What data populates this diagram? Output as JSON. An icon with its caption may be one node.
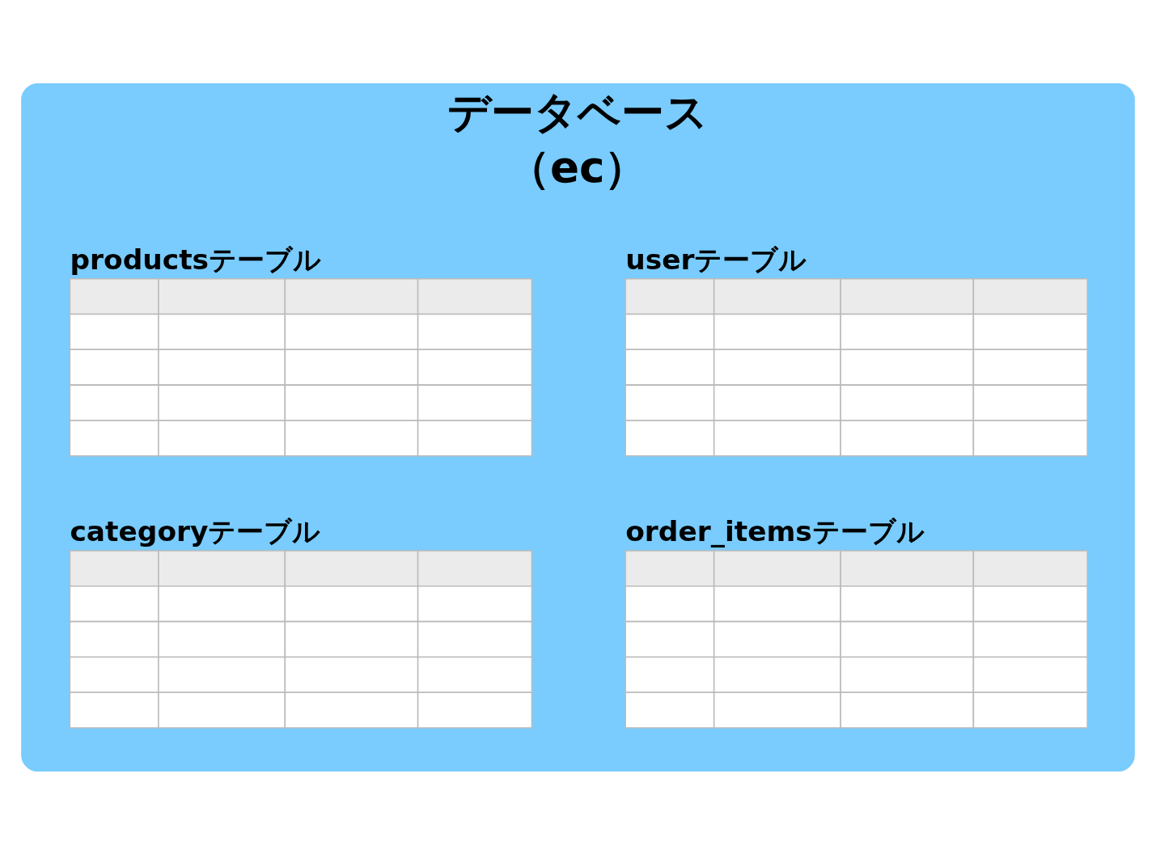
{
  "diagram": {
    "nodes": [
      {
        "text": [
          "データベース",
          "（ec）"
        ]
      },
      {
        "text": [
          "userテーブル"
        ],
        "in": 0
      },
      {
        "text": [
          "productsテーブル"
        ],
        "in": 0
      },
      {
        "text": [
          "order_itemsテーブル"
        ],
        "in": 0
      },
      {
        "text": [
          "categoryテーブル"
        ],
        "in": 0
      }
    ],
    "edges": []
  }
}
